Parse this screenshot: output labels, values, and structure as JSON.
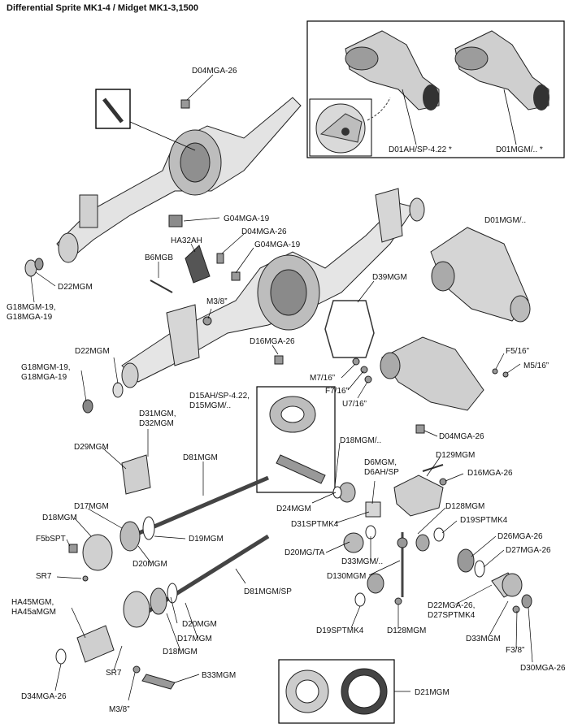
{
  "title": "Differential Sprite MK1-4 / Midget MK1-3,1500",
  "labels": {
    "d04mga26_top": "D04MGA-26",
    "d01ah": "D01AH/SP-4.22 *",
    "d01mgm_inset": "D01MGM/.. *",
    "d01mgm": "D01MGM/..",
    "g04mga19_a": "G04MGA-19",
    "d04mga26_b": "D04MGA-26",
    "ha32ah": "HA32AH",
    "g04mga19_b": "G04MGA-19",
    "b6mgb": "B6MGB",
    "d22mgm_a": "D22MGM",
    "g18_a1": "G18MGM-19,",
    "g18_a2": "G18MGA-19",
    "m3_a": "M3/8”",
    "d39mgm": "D39MGM",
    "d16mga26_a": "D16MGA-26",
    "d22mgm_b": "D22MGM",
    "g18_b1": "G18MGM-19,",
    "g18_b2": "G18MGA-19",
    "f5_16": "F5/16”",
    "m5_16": "M5/16”",
    "m7_16": "M7/16”",
    "f7_16": "F7/16”",
    "u7_16": "U7/16”",
    "d15_1": "D15AH/SP-4.22,",
    "d15_2": "D15MGM/..",
    "d31_1": "D31MGM,",
    "d31_2": "D32MGM",
    "d04mga26_c": "D04MGA-26",
    "d29mgm": "D29MGM",
    "d18mgm_a": "D18MGM/..",
    "d81mgm": "D81MGM",
    "d129mgm": "D129MGM",
    "d6_1": "D6MGM,",
    "d6_2": "D6AH/SP",
    "d16mga26_b": "D16MGA-26",
    "d17mgm_a": "D17MGM",
    "d18mgm_b": "D18MGM",
    "d24mgm": "D24MGM",
    "d128mgm_a": "D128MGM",
    "d31sptmk4": "D31SPTMK4",
    "d19sptmk4_a": "D19SPTMK4",
    "f5bspt": "F5bSPT",
    "d19mgm": "D19MGM",
    "d26mga26": "D26MGA-26",
    "d20mgta": "D20MG/TA",
    "d27mga26": "D27MGA-26",
    "d20mgm_a": "D20MGM",
    "d33mgm_a": "D33MGM/..",
    "sr7_a": "SR7",
    "d130mgm": "D130MGM",
    "d81mgmsp": "D81MGM/SP",
    "d22mga26_1": "D22MGA-26,",
    "d22mga26_2": "D27SPTMK4",
    "ha45_1": "HA45MGM,",
    "ha45_2": "HA45aMGM",
    "d20mgm_b": "D20MGM",
    "d17mgm_b": "D17MGM",
    "d19sptmk4_b": "D19SPTMK4",
    "d128mgm_b": "D128MGM",
    "d33mgm_b": "D33MGM",
    "d18mgm_c": "D18MGM",
    "f3_8": "F3/8”",
    "sr7_b": "SR7",
    "d30mga26": "D30MGA-26",
    "b33mgm": "B33MGM",
    "d34mga26": "D34MGA-26",
    "d21mgm": "D21MGM",
    "m3_b": "M3/8”"
  }
}
